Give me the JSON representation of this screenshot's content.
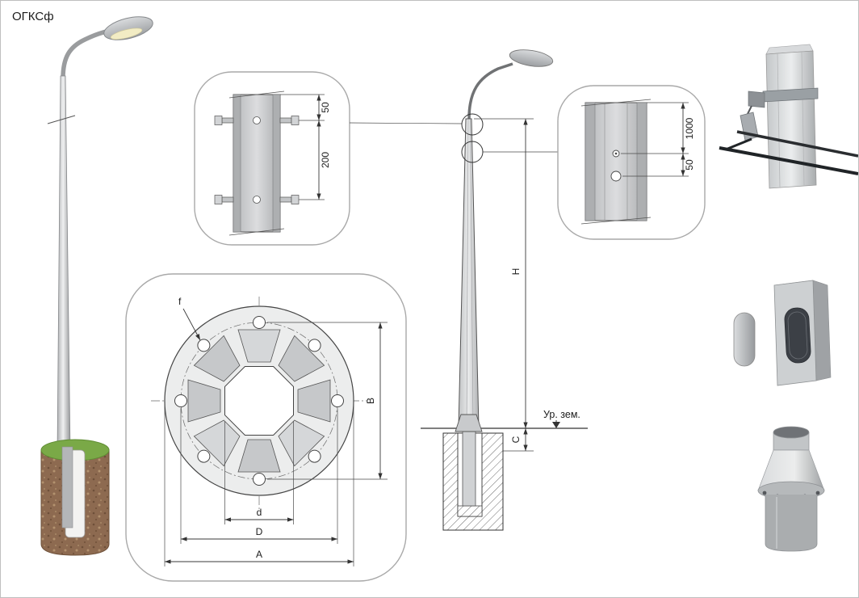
{
  "title": "ОГКСф",
  "joint_detail": {
    "dim_top": "50",
    "dim_bottom": "200"
  },
  "section_detail": {
    "dim_top": "1000",
    "dim_bottom": "50"
  },
  "flange_detail": {
    "f": "f",
    "d": "d",
    "D": "D",
    "A": "A",
    "B": "B"
  },
  "elevation": {
    "height": "H",
    "embed": "C",
    "ground": "Ур. зем."
  },
  "colors": {
    "accent_line": "#3a3a3a",
    "metal_light": "#eceded",
    "metal_mid": "#c7c9cb",
    "metal_dark": "#9a9c9e",
    "soil_brown": "#8d6a50",
    "grass_green": "#7aa947"
  }
}
